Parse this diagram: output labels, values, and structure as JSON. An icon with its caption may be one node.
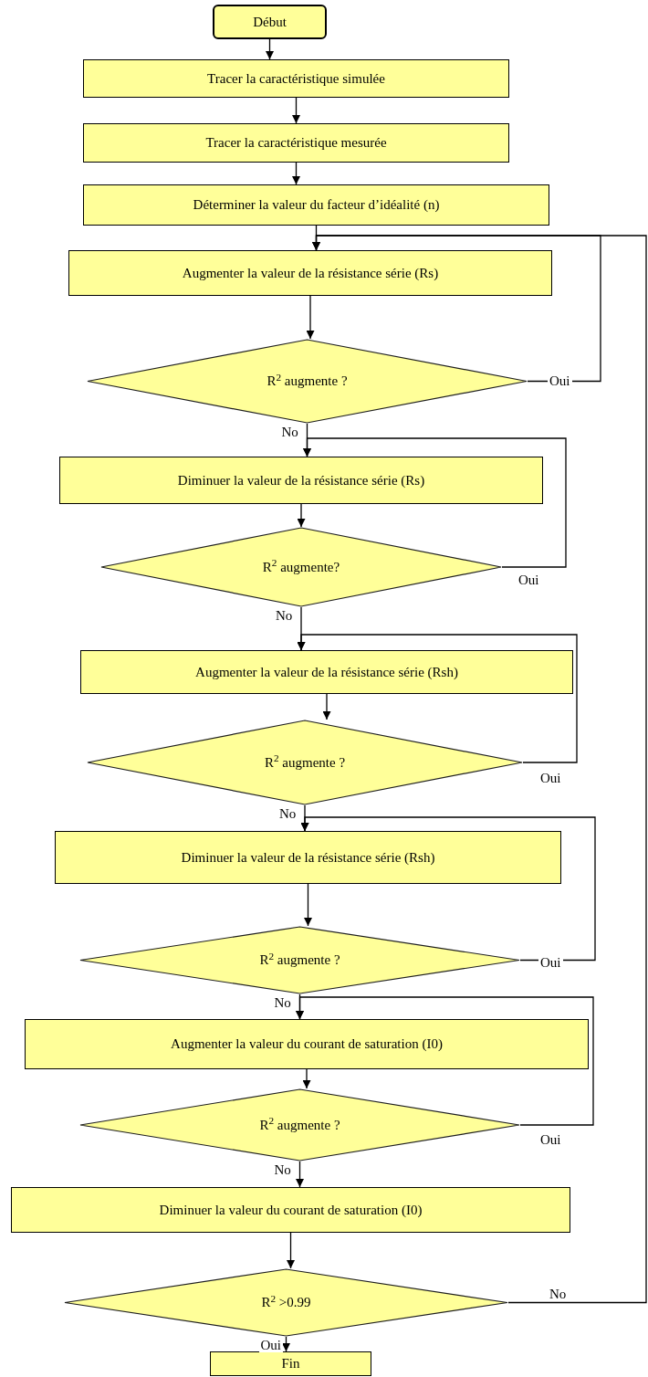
{
  "diagram": {
    "nodes": [
      {
        "text": [
          "Début"
        ]
      },
      {
        "text": [
          "Tracer  la caractéristique simulée"
        ]
      },
      {
        "text": [
          "Tracer la caractéristique mesurée"
        ]
      },
      {
        "text": [
          "Déterminer   la valeur du facteur d’idéalité (n)"
        ]
      },
      {
        "text": [
          "Augmenter  la valeur de la résistance série (Rs)"
        ]
      },
      {
        "text": [
          "R$^{2}$ augmente ?"
        ]
      },
      {
        "text": [
          "Diminuer la valeur de la résistance série (Rs)"
        ]
      },
      {
        "text": [
          "R$^{2}$ augmente?"
        ]
      },
      {
        "text": [
          "Augmenter  la valeur de la résistance série (Rsh)"
        ]
      },
      {
        "text": [
          "R$^{2}$ augmente ?"
        ]
      },
      {
        "text": [
          "Diminuer  la valeur de la résistance série (Rsh)"
        ]
      },
      {
        "text": [
          "R$^{2}$ augmente ?"
        ]
      },
      {
        "text": [
          "Augmenter la valeur du courant de saturation (I0)"
        ]
      },
      {
        "text": [
          "R$^{2}$ augmente ?"
        ]
      },
      {
        "text": [
          "Diminuer  la valeur du courant de saturation (I0)"
        ]
      },
      {
        "text": [
          "R$^{2}$ >0.99"
        ]
      },
      {
        "text": [
          "Fin"
        ]
      }
    ],
    "edges": [
      {
        "from": 0,
        "to": 1,
        "arrow": "to"
      },
      {
        "from": 1,
        "to": 2,
        "arrow": "to"
      },
      {
        "from": 2,
        "to": 3,
        "arrow": "to"
      },
      {
        "from": 3,
        "to": 4,
        "arrow": "to"
      },
      {
        "from": 4,
        "to": 5,
        "arrow": "to"
      },
      {
        "from": 5,
        "to": 4,
        "arrow": "to",
        "label": "Oui"
      },
      {
        "from": 5,
        "to": 6,
        "arrow": "to",
        "label": "No"
      },
      {
        "from": 6,
        "to": 7,
        "arrow": "to"
      },
      {
        "from": 7,
        "to": 6,
        "arrow": "to",
        "label": "Oui"
      },
      {
        "from": 7,
        "to": 8,
        "arrow": "to",
        "label": "No"
      },
      {
        "from": 8,
        "to": 9,
        "arrow": "to"
      },
      {
        "from": 9,
        "to": 8,
        "arrow": "to",
        "label": "Oui"
      },
      {
        "from": 9,
        "to": 10,
        "arrow": "to",
        "label": "No"
      },
      {
        "from": 10,
        "to": 11,
        "arrow": "to"
      },
      {
        "from": 11,
        "to": 10,
        "arrow": "to",
        "label": "Oui"
      },
      {
        "from": 11,
        "to": 12,
        "arrow": "to",
        "label": "No"
      },
      {
        "from": 12,
        "to": 13,
        "arrow": "to"
      },
      {
        "from": 13,
        "to": 12,
        "arrow": "to",
        "label": "Oui"
      },
      {
        "from": 13,
        "to": 14,
        "arrow": "to",
        "label": "No"
      },
      {
        "from": 14,
        "to": 15,
        "arrow": "to"
      },
      {
        "from": 15,
        "to": 4,
        "arrow": "to",
        "label": "No"
      },
      {
        "from": 15,
        "to": 16,
        "arrow": "to",
        "label": "Oui"
      }
    ]
  }
}
